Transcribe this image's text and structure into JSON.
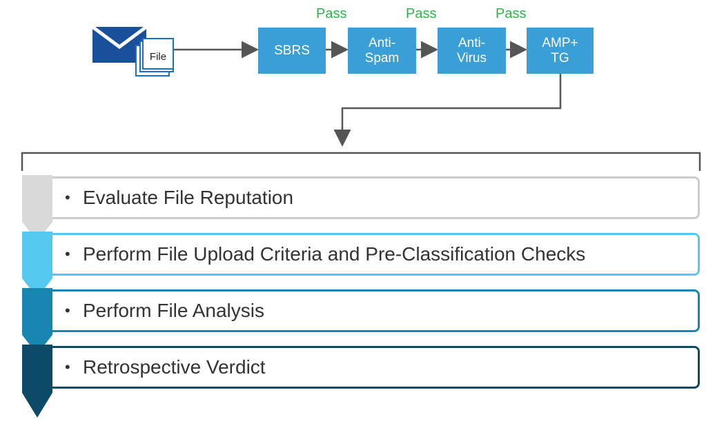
{
  "flow": {
    "file_label": "File",
    "stages": [
      {
        "label": "SBRS",
        "result": ""
      },
      {
        "label": "Anti-\nSpam",
        "result": "Pass"
      },
      {
        "label": "Anti-\nVirus",
        "result": "Pass"
      },
      {
        "label": "AMP+\nTG",
        "result": "Pass"
      }
    ]
  },
  "steps": [
    {
      "label": "Evaluate File Reputation",
      "color": "#d9d9d9",
      "border": "#cccccc"
    },
    {
      "label": "Perform File Upload Criteria and Pre-Classification Checks",
      "color": "#55c8f0",
      "border": "#55c8f0"
    },
    {
      "label": "Perform File Analysis",
      "color": "#1786b0",
      "border": "#1786b0"
    },
    {
      "label": "Retrospective Verdict",
      "color": "#0d4a68",
      "border": "#0d4a68"
    }
  ],
  "colors": {
    "stage_fill": "#3a9fd6",
    "pass_text": "#2db34a",
    "arrow": "#555555",
    "envelope": "#1a4f9c"
  }
}
